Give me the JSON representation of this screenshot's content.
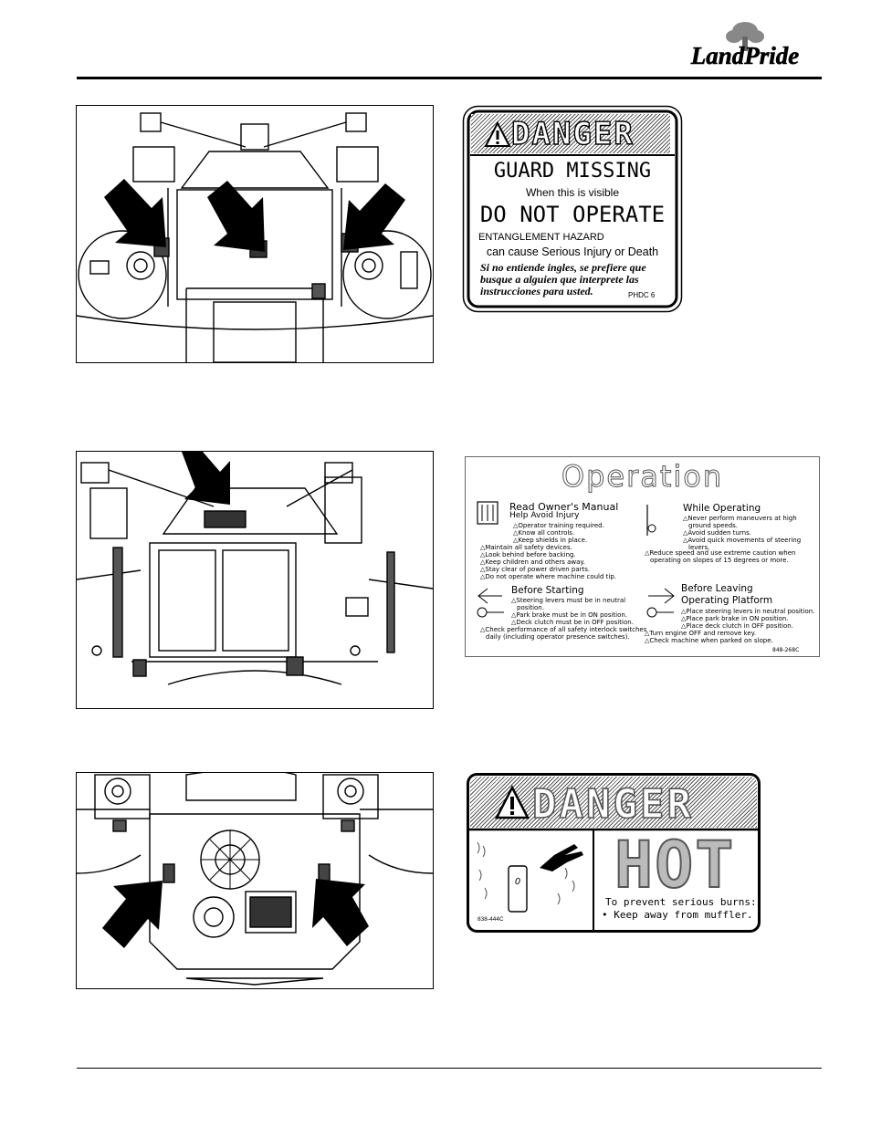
{
  "brand": {
    "logo_text": "LandPride"
  },
  "figures": [
    {
      "name": "figure-1"
    },
    {
      "name": "figure-2"
    },
    {
      "name": "figure-3"
    }
  ],
  "decal_guard": {
    "danger": "DANGER",
    "line1": "GUARD MISSING",
    "line2": "When this is visible",
    "line3": "DO NOT OPERATE",
    "line4": "ENTANGLEMENT HAZARD",
    "line5": "can cause Serious Injury or Death",
    "spanish1": "Si no entiende ingles, se prefiere que",
    "spanish2": "busque a alguien que interprete las",
    "spanish3": "instrucciones para usted.",
    "part": "PHDC 6"
  },
  "decal_operation": {
    "title": "Operation",
    "read_head": "Read Owner's Manual",
    "read_sub": "Help Avoid Injury",
    "read_items": [
      "△Operator training required.",
      "△Know all controls.",
      "△Keep shields in place."
    ],
    "general_items": [
      "△Maintain all safety devices.",
      "△Look behind before backing.",
      "△Keep children and others away.",
      "△Stay clear of power driven parts.",
      "△Do not operate where machine could tip."
    ],
    "while_head": "While Operating",
    "while_items": [
      "△Never perform maneuvers at high",
      "ground speeds.",
      "△Avoid sudden turns.",
      "△Avoid quick movements of steering",
      "levers."
    ],
    "reduce_items": [
      "△Reduce speed and use extreme caution when",
      "operating on slopes of 15 degrees or more."
    ],
    "start_head": "Before Starting",
    "start_items": [
      "△Steering levers must be in neutral",
      "position.",
      "△Park brake must be in ON position.",
      "△Deck clutch must be in OFF position.",
      "△Check performance of all safety interlock switches",
      "daily (including operator presence switches)."
    ],
    "leave_head1": "Before Leaving",
    "leave_head2": "Operating Platform",
    "leave_items": [
      "△Place steering levers in neutral position.",
      "△Place park brake in ON position.",
      "△Place deck clutch in OFF position.",
      "△Turn engine OFF and remove key.",
      "△Check machine when parked on slope."
    ],
    "part": "848-268C"
  },
  "decal_hot": {
    "danger": "DANGER",
    "hot": "HOT",
    "line1": "To prevent serious burns:",
    "line2": "• Keep away from muffler.",
    "part": "838-444C"
  }
}
